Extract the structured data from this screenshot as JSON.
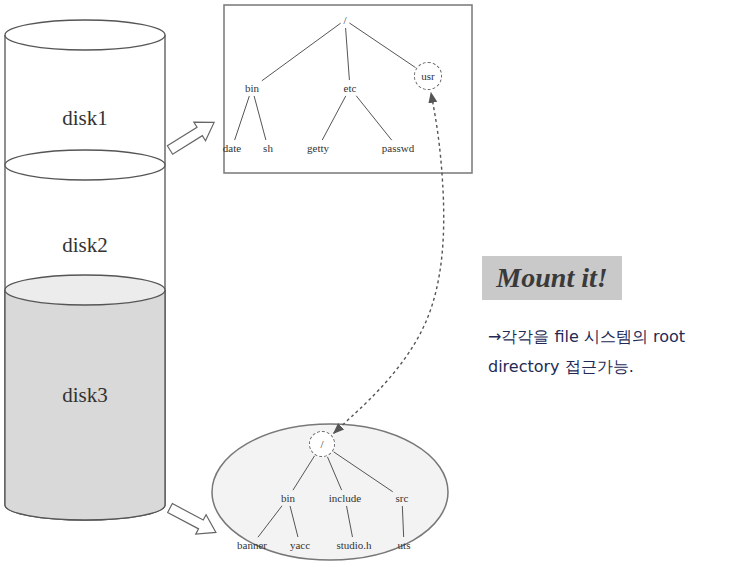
{
  "diagram": {
    "nodes": [
      {
        "text": [
          "/"
        ]
      },
      {
        "text": [
          "bin"
        ]
      },
      {
        "text": [
          "etc"
        ]
      },
      {
        "text": [
          "usr"
        ]
      },
      {
        "text": [
          "date"
        ]
      },
      {
        "text": [
          "sh"
        ]
      },
      {
        "text": [
          "getty"
        ]
      },
      {
        "text": [
          "passwd"
        ]
      },
      {
        "text": [
          "disk1"
        ]
      },
      {
        "text": [
          "disk2"
        ]
      },
      {
        "text": [
          "disk3"
        ]
      },
      {
        "text": [
          "Mount it!"
        ]
      },
      {
        "text": [
          "/"
        ]
      },
      {
        "text": [
          "bin"
        ]
      },
      {
        "text": [
          "include"
        ]
      },
      {
        "text": [
          "src"
        ]
      },
      {
        "text": [
          "banner"
        ]
      },
      {
        "text": [
          "yacc"
        ]
      },
      {
        "text": [
          "studio.h"
        ]
      },
      {
        "text": [
          "uts"
        ]
      }
    ],
    "edges": [
      {
        "from": 0,
        "to": 1,
        "arrow": "none"
      },
      {
        "from": 0,
        "to": 2,
        "arrow": "none"
      },
      {
        "from": 0,
        "to": 3,
        "arrow": "none"
      },
      {
        "from": 1,
        "to": 4,
        "arrow": "none"
      },
      {
        "from": 1,
        "to": 5,
        "arrow": "none"
      },
      {
        "from": 2,
        "to": 6,
        "arrow": "none"
      },
      {
        "from": 2,
        "to": 7,
        "arrow": "none"
      },
      {
        "from": 12,
        "to": 13,
        "arrow": "none"
      },
      {
        "from": 12,
        "to": 14,
        "arrow": "none"
      },
      {
        "from": 12,
        "to": 15,
        "arrow": "none"
      },
      {
        "from": 13,
        "to": 16,
        "arrow": "none"
      },
      {
        "from": 13,
        "to": 17,
        "arrow": "none"
      },
      {
        "from": 14,
        "to": 18,
        "arrow": "none"
      },
      {
        "from": 15,
        "to": 19,
        "arrow": "none"
      },
      {
        "from": 12,
        "to": 3,
        "arrow": "both"
      }
    ],
    "labels": [
      "→각각을 file 시스템의 root directory 접근가능."
    ]
  }
}
